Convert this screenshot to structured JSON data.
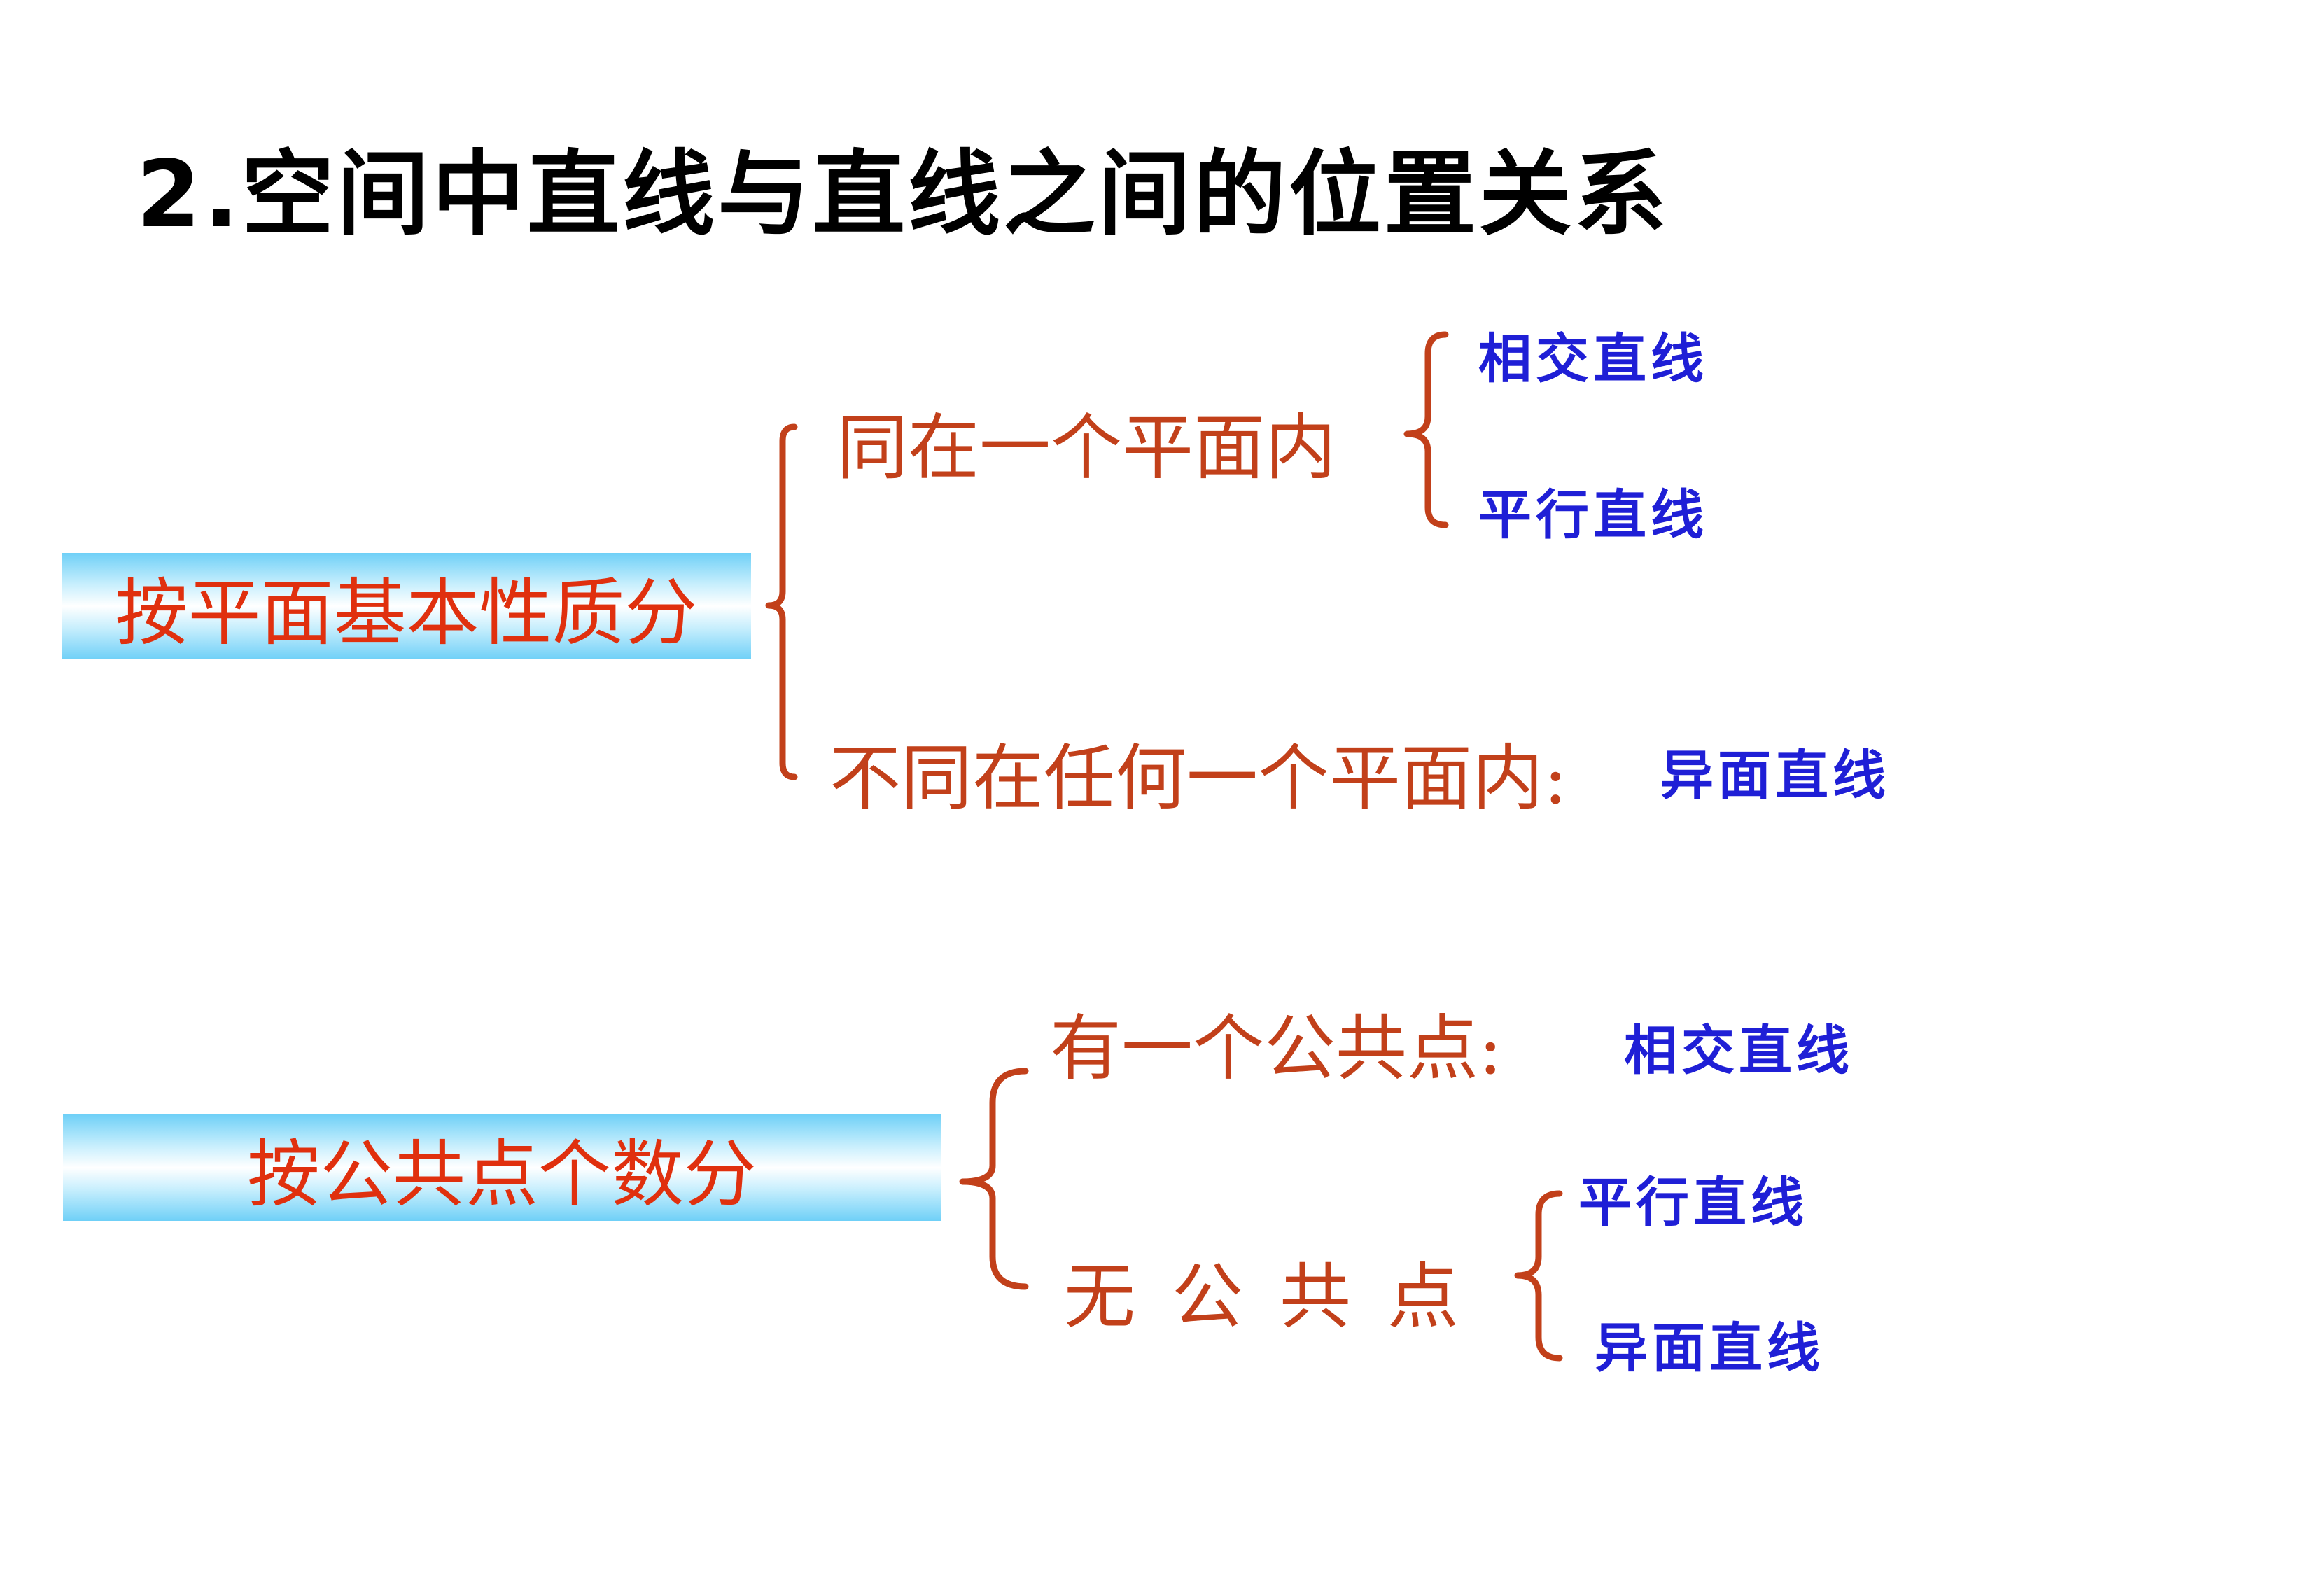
{
  "title": "2.空间中直线与直线之间的位置关系",
  "section1": {
    "category": "按平面基本性质分",
    "branch_same_plane": "同在一个平面内",
    "leaf_intersecting": "相交直线",
    "leaf_parallel": "平行直线",
    "branch_not_same_plane": "不同在任何一个平面内:",
    "leaf_skew": "异面直线"
  },
  "section2": {
    "category": "按公共点个数分",
    "branch_one_point": "有一个公共点:",
    "leaf_intersecting": "相交直线",
    "branch_no_point": "无公共点",
    "leaf_parallel": "平行直线",
    "leaf_skew": "异面直线"
  },
  "colors": {
    "bracket": "#c2401a",
    "branch_text": "#c2401a",
    "leaf_text": "#1f1fd6",
    "category_text": "#e0300e",
    "category_bar": "#6fd0f7"
  }
}
